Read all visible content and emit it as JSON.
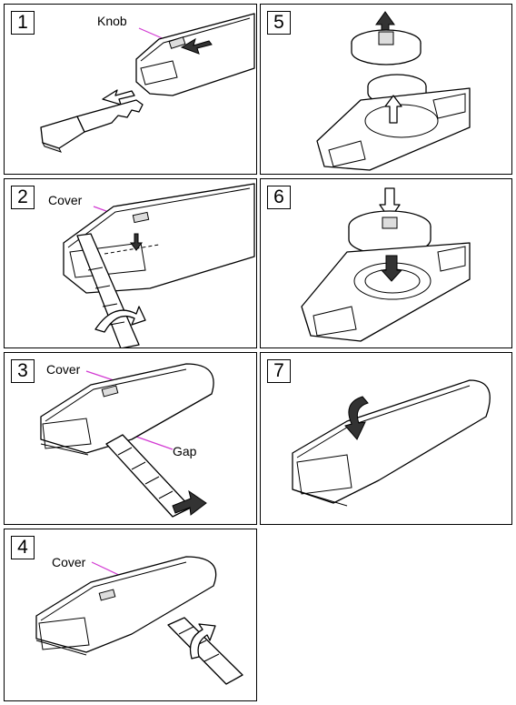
{
  "steps": [
    {
      "number": "1",
      "labels": [
        "Knob"
      ]
    },
    {
      "number": "2",
      "labels": [
        "Cover"
      ]
    },
    {
      "number": "3",
      "labels": [
        "Cover",
        "Gap"
      ]
    },
    {
      "number": "4",
      "labels": [
        "Cover"
      ]
    },
    {
      "number": "5",
      "labels": []
    },
    {
      "number": "6",
      "labels": []
    },
    {
      "number": "7",
      "labels": []
    }
  ],
  "colors": {
    "callout_line": "#d23ad2",
    "line": "#000000"
  }
}
